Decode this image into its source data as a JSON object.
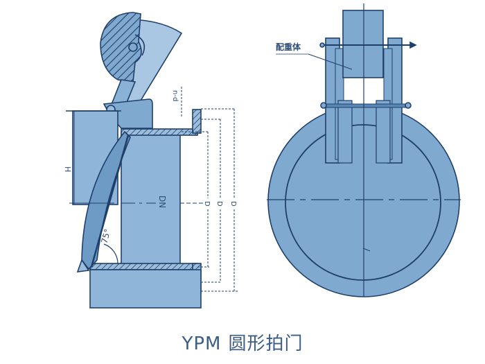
{
  "caption": {
    "model": "YPM",
    "name": "圆形拍门"
  },
  "labels": {
    "counterweight": "配重体",
    "height": "H",
    "bolts": "n-d",
    "nominal_diameter": "DN",
    "d_inner": "D",
    "d_mid": "D",
    "d_outer": "D",
    "angle": "75°"
  },
  "colors": {
    "fill": "#7fa9cf",
    "fill_light": "#9dbedb",
    "fill_dark": "#6d9bc6",
    "line": "#1f3f6b",
    "background": "#ffffff"
  }
}
